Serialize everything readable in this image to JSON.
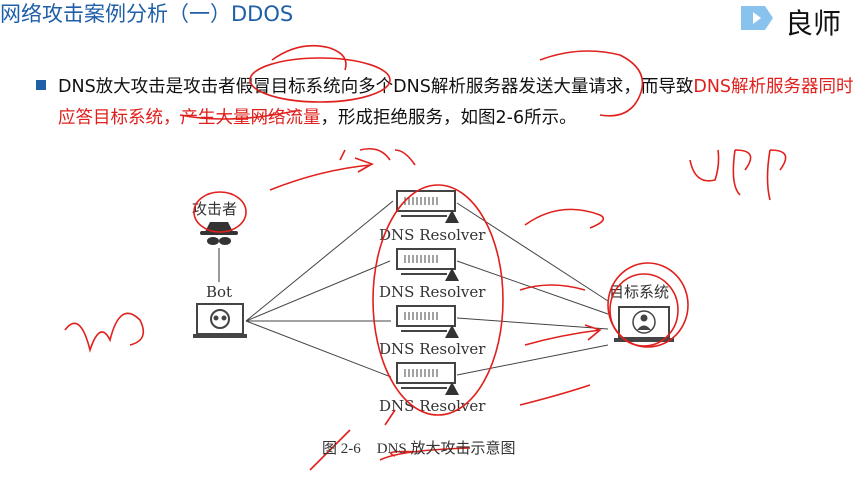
{
  "slide": {
    "title": "网络攻击案例分析（一）DDOS",
    "logo_text": "良师",
    "bullet": {
      "text_part1": "DNS放大攻击是攻击者假冒目标系统向多个DNS解析服务器发送大量请求，而导致",
      "text_red1": "DNS解析服务器同时应答目标系统，产生大量网络流量",
      "text_part2": "，形成拒绝服务，如图2-6所示。"
    }
  },
  "diagram": {
    "attacker_label": "攻击者",
    "bot_label": "Bot",
    "resolver_labels": [
      "DNS Resolver",
      "DNS Resolver",
      "DNS Resolver",
      "DNS Resolver"
    ],
    "target_label": "目标系统",
    "caption_number": "图 2-6",
    "caption_text": "DNS 放大攻击示意图"
  },
  "colors": {
    "title": "#1f5fa8",
    "highlight": "#e0201c",
    "annotation": "#e0201c"
  }
}
